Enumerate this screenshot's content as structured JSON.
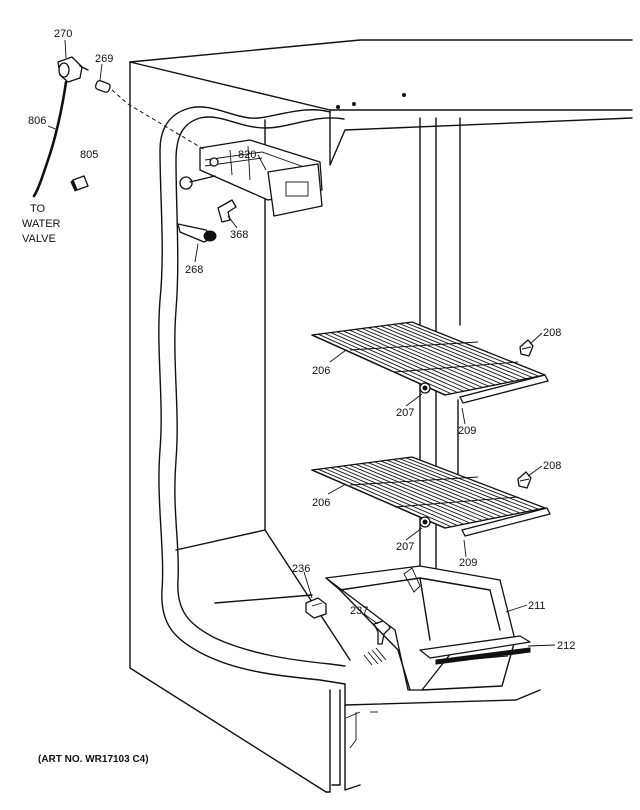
{
  "diagram": {
    "part_labels": {
      "p270": "270",
      "p269": "269",
      "p806": "806",
      "p805": "805",
      "p820": "820",
      "p368": "368",
      "p268": "268",
      "p206a": "206",
      "p206b": "206",
      "p207a": "207",
      "p207b": "207",
      "p208a": "208",
      "p208b": "208",
      "p209a": "209",
      "p209b": "209",
      "p236": "236",
      "p237": "237",
      "p211": "211",
      "p212": "212"
    },
    "water_note": [
      "TO",
      "WATER",
      "VALVE"
    ],
    "art_number": "(ART NO. WR17103 C4)"
  }
}
